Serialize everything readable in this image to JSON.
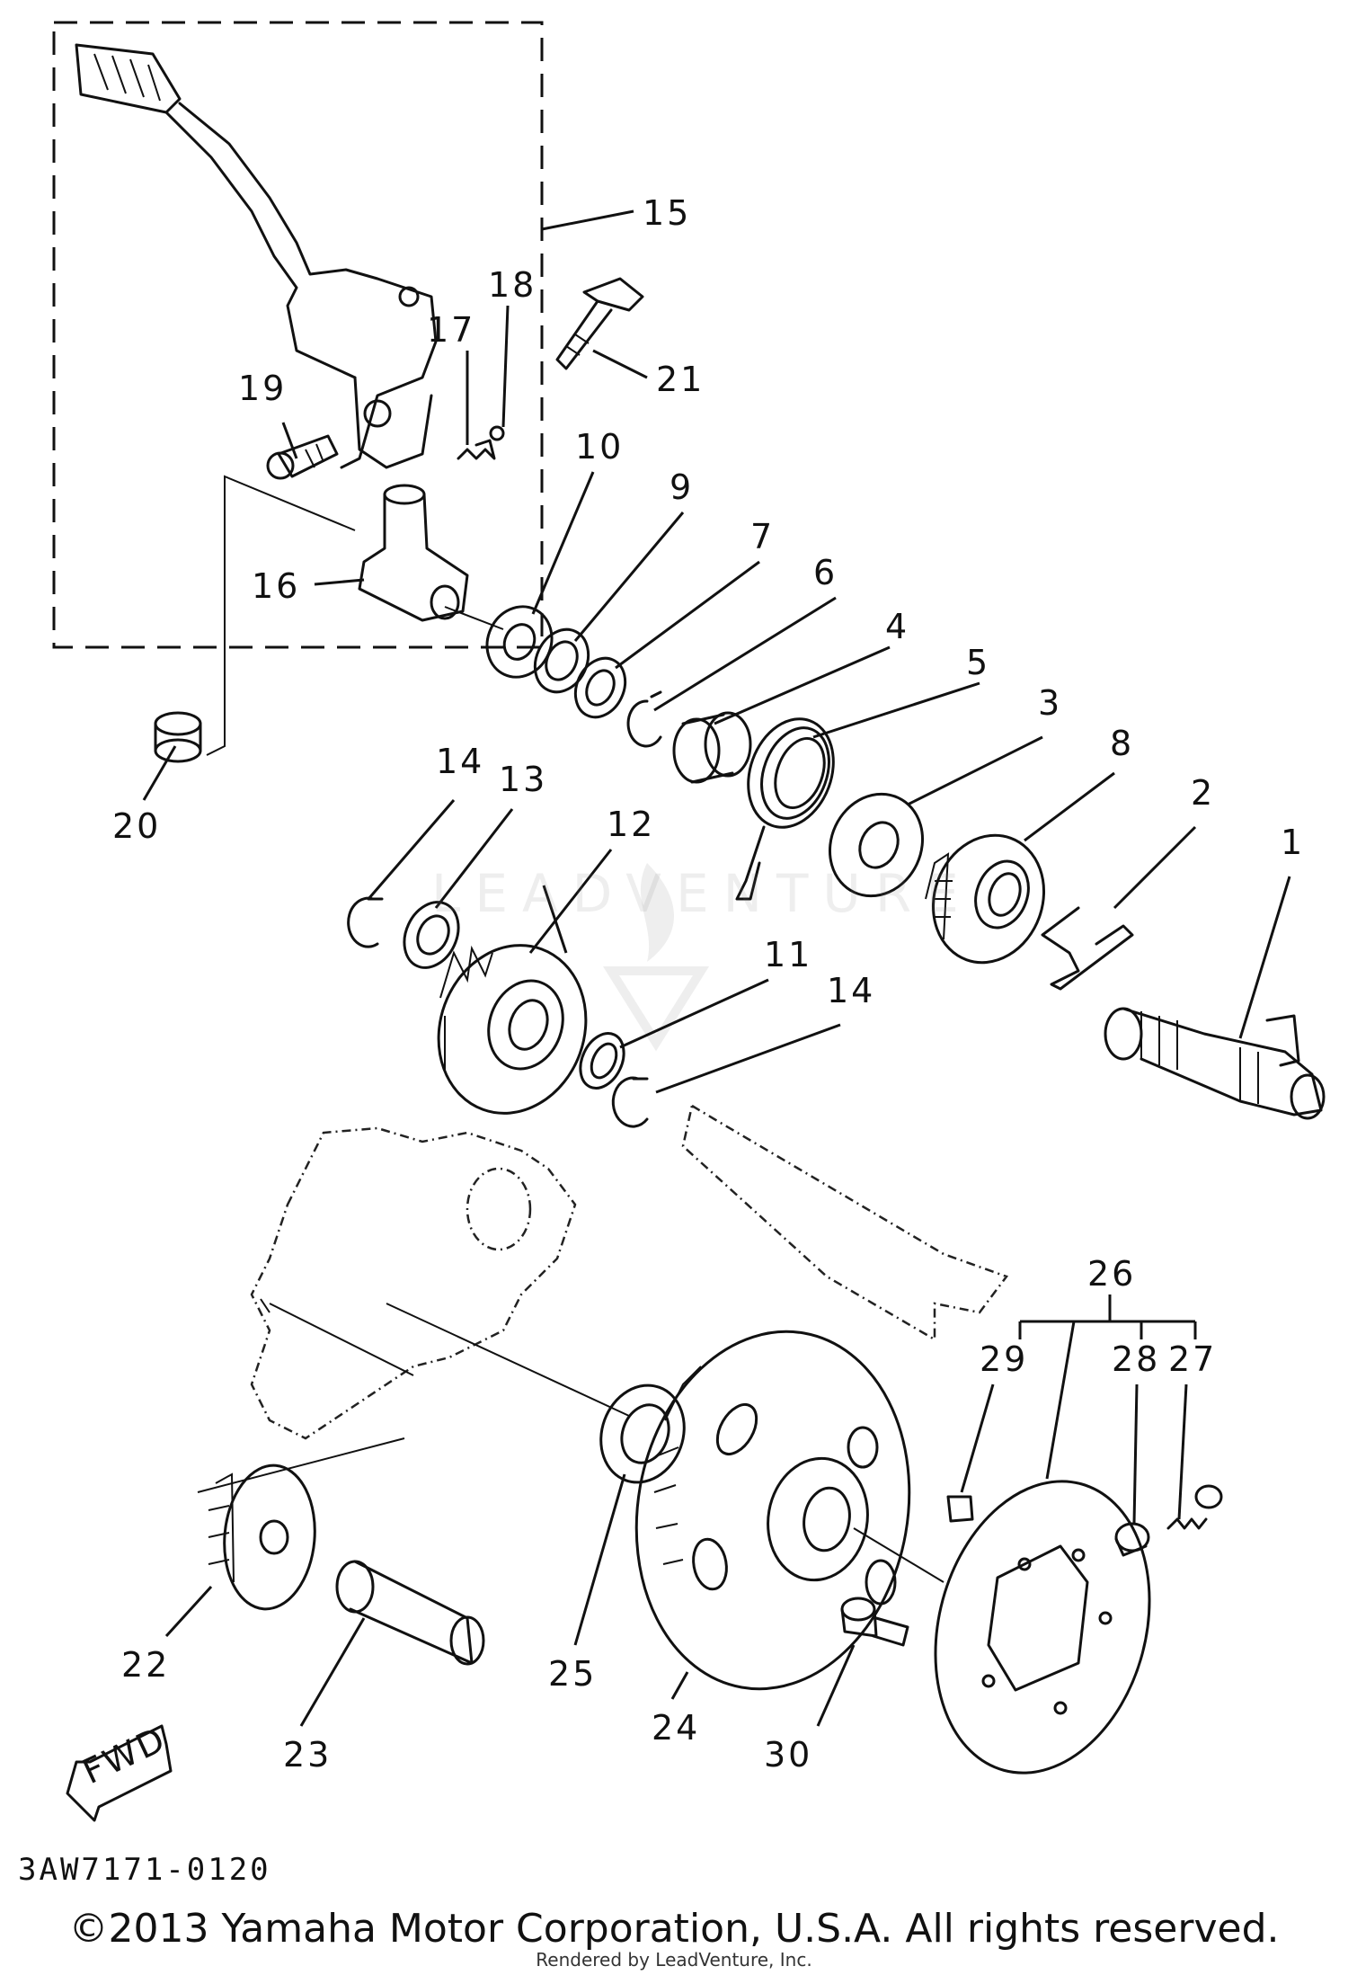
{
  "diagram": {
    "code": "3AW7171-0120",
    "copyright": "©2013 Yamaha Motor Corporation, U.S.A. All rights reserved.",
    "credit": "Rendered by LeadVenture, Inc.",
    "watermark": "LEADVENTURE",
    "fwd_label": "FWD"
  },
  "callouts": {
    "p1": "1",
    "p2": "2",
    "p3": "3",
    "p4": "4",
    "p5": "5",
    "p6": "6",
    "p7": "7",
    "p8": "8",
    "p9": "9",
    "p10": "10",
    "p11": "11",
    "p12": "12",
    "p13": "13",
    "p14a": "14",
    "p14b": "14",
    "p15": "15",
    "p16": "16",
    "p17": "17",
    "p18": "18",
    "p19": "19",
    "p20": "20",
    "p21": "21",
    "p22": "22",
    "p23": "23",
    "p24": "24",
    "p25": "25",
    "p26": "26",
    "p27": "27",
    "p28": "28",
    "p29": "29",
    "p30": "30"
  },
  "colors": {
    "ink": "#111111",
    "paper": "#ffffff"
  }
}
